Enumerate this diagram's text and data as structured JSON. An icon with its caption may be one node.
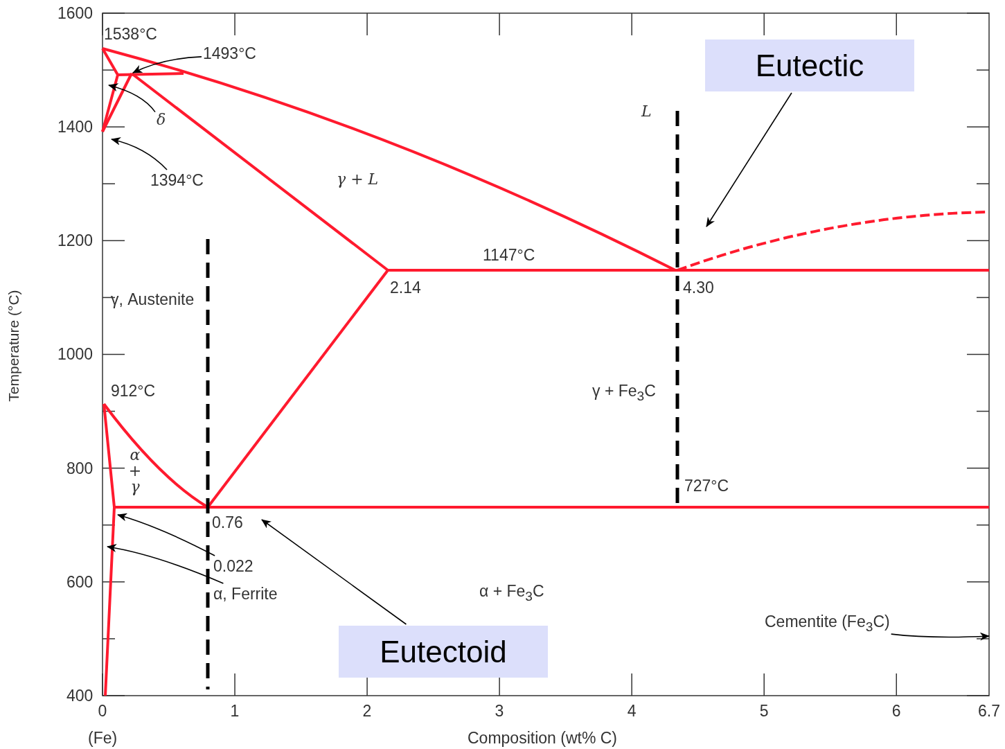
{
  "diagram": {
    "nodes": [
      {
        "text": [
          "Eutectic"
        ]
      },
      {
        "text": [
          "Eutectoid"
        ]
      },
      {
        "text": [
          "1493°C"
        ]
      },
      {
        "text": [
          "δ"
        ]
      },
      {
        "text": [
          "1394°C"
        ]
      },
      {
        "text": [
          "0.022"
        ]
      },
      {
        "text": [
          "α, Ferrite"
        ]
      },
      {
        "text": [
          "Cementite (Fe$_{3}$C)"
        ]
      }
    ],
    "edges": [
      {
        "from": 0,
        "to": null,
        "arrow": "to"
      },
      {
        "from": 1,
        "to": null,
        "arrow": "to"
      },
      {
        "from": 2,
        "to": null,
        "arrow": "to"
      },
      {
        "from": 3,
        "to": null,
        "arrow": "to"
      },
      {
        "from": 4,
        "to": null,
        "arrow": "to"
      },
      {
        "from": 5,
        "to": null,
        "arrow": "to"
      },
      {
        "from": 6,
        "to": null,
        "arrow": "to"
      },
      {
        "from": 7,
        "to": null,
        "arrow": "to"
      }
    ],
    "labels": [
      "1600",
      "1400",
      "1200",
      "1000",
      "800",
      "600",
      "400",
      "Temperature (°C)",
      "0",
      "1",
      "2",
      "3",
      "4",
      "5",
      "6",
      "6.7",
      "(Fe)",
      "Composition (wt% C)",
      "1538°C",
      "L",
      "γ + L",
      "1147°C",
      "2.14",
      "4.30",
      "γ, Austenite",
      "912°C",
      "γ + Fe$_{3}$C",
      "α + γ",
      "727°C",
      "0.76",
      "α + Fe$_{3}$C"
    ]
  }
}
